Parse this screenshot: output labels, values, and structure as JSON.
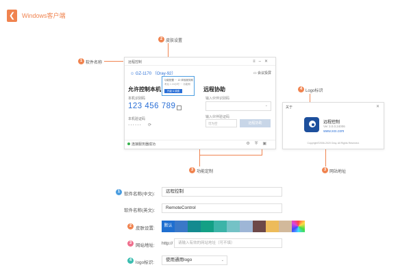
{
  "header": {
    "back_icon": "chevron-left-icon",
    "title": "Windows客户端"
  },
  "callouts": {
    "c1": {
      "num": "1",
      "label": "软件名称"
    },
    "c2": {
      "num": "2",
      "label": "皮肤设置"
    },
    "c3": {
      "num": "3",
      "label": "功能定制"
    },
    "c4": {
      "num": "4",
      "label": "Logo标识"
    },
    "c5": {
      "num": "3",
      "label": "网站地址"
    }
  },
  "client_window": {
    "title": "远程控制",
    "user": "GZ-1170 （Oray-92）",
    "meeting_label": "会议投屏",
    "allow_title": "允许控制本机",
    "id_label": "本机识别码",
    "id_value": "123 456 789",
    "code_label": "本机验证码",
    "code_value": "······",
    "skin_popup": {
      "line1": "功能配置 ···  12 体验服务期",
      "line2": "考后 1 24小时 ··· 功能期",
      "button": "升级 & 续费"
    },
    "assist_title": "远程协助",
    "assist_id_label": "输入伙伴识别码",
    "assist_code_label": "输入伙伴验证码",
    "assist_code_placeholder": "可为空",
    "connect_button": "远程协助",
    "status_text": "连接服务器成功"
  },
  "about_window": {
    "title": "关于",
    "app_name": "远程控制",
    "version": "Ver 3.0.0.24006",
    "url": "www.xxx.com",
    "copyright": "Copyright©2006-2020 Oray. All Rights Reserved."
  },
  "form": {
    "name_cn": {
      "num": "1",
      "label": "软件名称(中文):",
      "value": "远程控制"
    },
    "name_en": {
      "label": "软件名称(英文):",
      "value": "RemoteControl"
    },
    "skin": {
      "num": "2",
      "label": "皮肤设置:",
      "default_label": "默认",
      "swatches": [
        "#1f6fd0",
        "#3a78c8",
        "#138a8f",
        "#13a085",
        "#3cb4a8",
        "#74c2c6",
        "#9eb6d6",
        "#6d4848",
        "#edbb5a",
        "#d2b99b"
      ]
    },
    "website": {
      "num": "3",
      "label": "网站地址:",
      "prefix": "http://",
      "placeholder": "请输入有效的网站地址（可不填）"
    },
    "logo": {
      "num": "4",
      "label": "logo标识:",
      "value": "使用通用logo"
    }
  }
}
